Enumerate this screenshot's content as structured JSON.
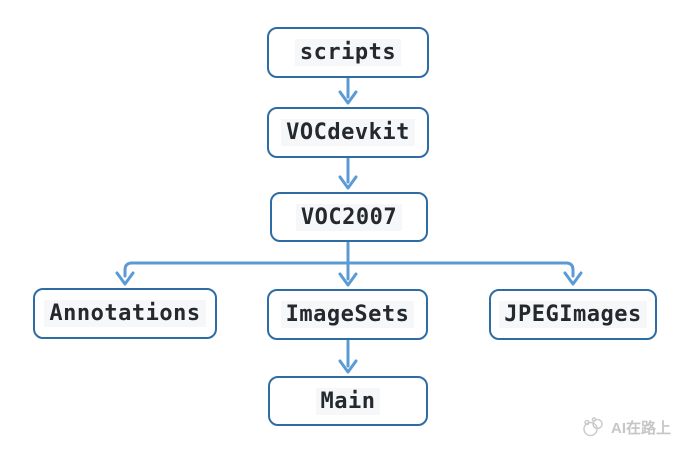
{
  "diagram": {
    "nodes": [
      {
        "id": "scripts",
        "label": "scripts"
      },
      {
        "id": "vocdevkit",
        "label": "VOCdevkit"
      },
      {
        "id": "voc2007",
        "label": "VOC2007"
      },
      {
        "id": "annotations",
        "label": "Annotations"
      },
      {
        "id": "imagesets",
        "label": "ImageSets"
      },
      {
        "id": "jpegimages",
        "label": "JPEGImages"
      },
      {
        "id": "main",
        "label": "Main"
      }
    ],
    "edges": [
      {
        "from": "scripts",
        "to": "VOCdevkit"
      },
      {
        "from": "VOCdevkit",
        "to": "VOC2007"
      },
      {
        "from": "VOC2007",
        "to": "Annotations"
      },
      {
        "from": "VOC2007",
        "to": "ImageSets"
      },
      {
        "from": "VOC2007",
        "to": "JPEGImages"
      },
      {
        "from": "ImageSets",
        "to": "Main"
      }
    ],
    "colors": {
      "box_border": "#2e6da4",
      "arrow": "#5b9bd5",
      "text": "#24292e",
      "code_bg": "#f6f7f9",
      "watermark": "#c6c6c6",
      "bg": "#ffffff"
    }
  },
  "watermark": {
    "text": "AI在路上"
  }
}
